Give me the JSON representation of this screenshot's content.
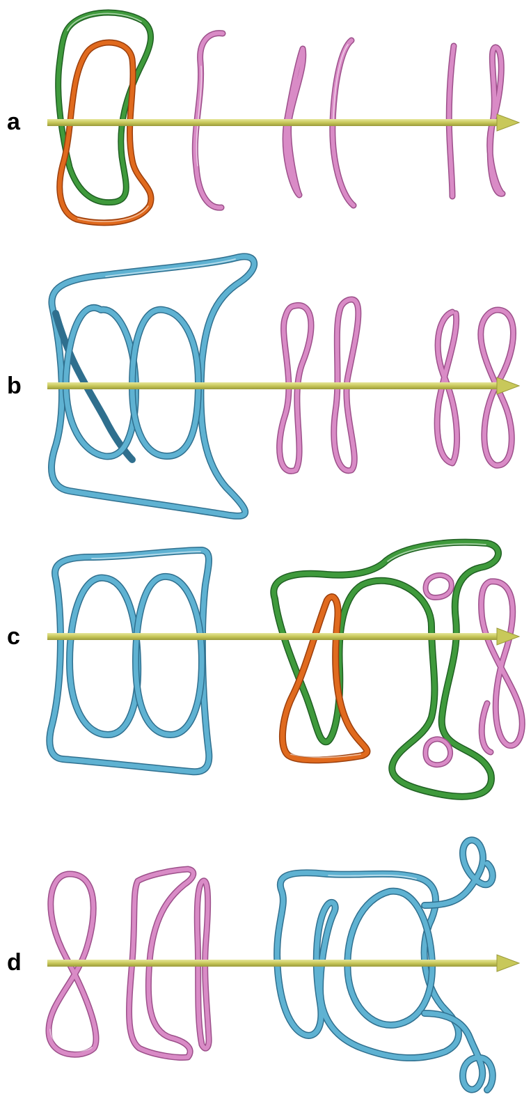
{
  "panels": [
    {
      "id": "a",
      "label": "a"
    },
    {
      "id": "b",
      "label": "b"
    },
    {
      "id": "c",
      "label": "c"
    },
    {
      "id": "d",
      "label": "d"
    }
  ],
  "colors": {
    "axis": "#c8c85a",
    "pink": "#d98bc6",
    "pink_dark": "#9c4f8a",
    "blue": "#5fb2d2",
    "blue_dark": "#2f6f8e",
    "green": "#3f9a3c",
    "green_dark": "#1f5f22",
    "orange": "#e06a1e",
    "orange_dark": "#9a3e0c"
  },
  "icons": {
    "axis_arrow": "axis-arrow-icon"
  }
}
